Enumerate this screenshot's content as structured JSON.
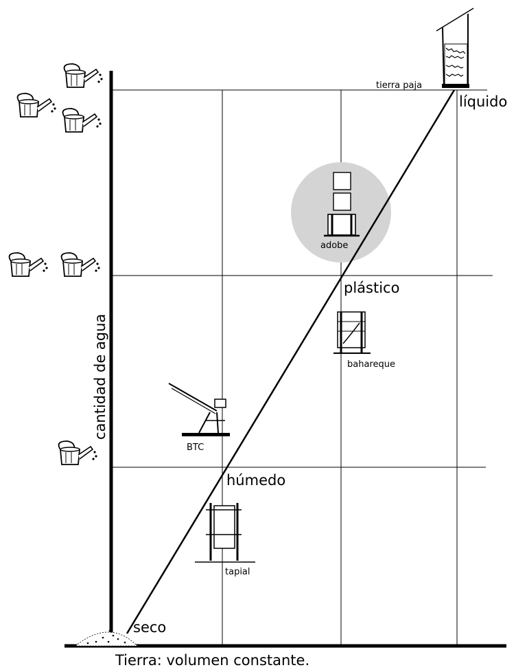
{
  "diagram": {
    "y_axis_label": "cantidad de agua",
    "x_axis_label": "Tierra: volumen constante.",
    "states": {
      "dry": "seco",
      "humid": "húmedo",
      "plastic": "plástico",
      "liquid": "líquido"
    },
    "techniques": {
      "rammed_earth": "tapial",
      "compressed_block": "BTC",
      "wattle_and_daub": "bahareque",
      "adobe": "adobe",
      "light_earth": "tierra paja"
    },
    "watering_cans_per_level": [
      0,
      1,
      2,
      3
    ],
    "colors": {
      "ink": "#000000",
      "highlight": "#d4d4d4",
      "grid": "#000000"
    }
  }
}
